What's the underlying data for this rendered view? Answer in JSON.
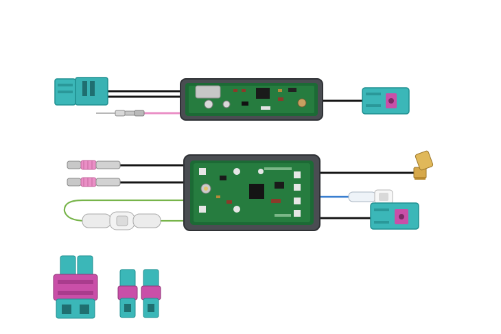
{
  "colors": {
    "background": "#ffffff",
    "fakra_teal": "#3bb7b8",
    "fakra_teal_dark": "#1f8f90",
    "fakra_pink": "#c94fa8",
    "pcb_green": "#1c6a35",
    "pcb_green_light": "#2f8a47",
    "housing_gray": "#4a4d52",
    "cable_black": "#151515",
    "cable_pink": "#ea8fc6",
    "cable_blue": "#3a7fd0",
    "cable_green": "#77b44a",
    "gold": "#d6a84a",
    "pin_silver": "#c8c8c8"
  },
  "items": [
    {
      "name": "amplifier-module-top",
      "icon": "pcb-module"
    },
    {
      "name": "amplifier-module-bottom",
      "icon": "pcb-module"
    },
    {
      "name": "fakra-plug",
      "icon": "connector"
    },
    {
      "name": "angled-smb-plug",
      "icon": "connector"
    },
    {
      "name": "spade-terminal",
      "icon": "terminal"
    },
    {
      "name": "fuse-holder",
      "icon": "fuse"
    },
    {
      "name": "double-fakra-housing",
      "icon": "connector"
    },
    {
      "name": "single-fakra-housing",
      "icon": "connector"
    }
  ]
}
